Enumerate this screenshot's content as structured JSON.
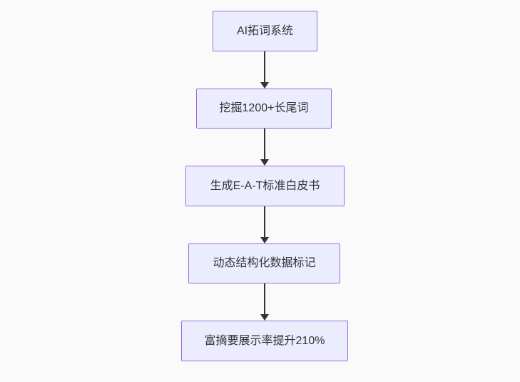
{
  "diagram": {
    "type": "flowchart",
    "direction": "top-down",
    "colors": {
      "bg": "#fafafa",
      "node_fill": "#ECECFF",
      "node_border": "#9370DB",
      "text_color": "#333333",
      "edge_color": "#333333"
    },
    "nodes": [
      {
        "label": "AI拓词系统"
      },
      {
        "label": "挖掘1200+长尾词"
      },
      {
        "label": "生成E-A-T标准白皮书"
      },
      {
        "label": "动态结构化数据标记"
      },
      {
        "label": "富摘要展示率提升210%"
      }
    ],
    "edges": [
      {
        "from": "AI拓词系统",
        "to": "挖掘1200+长尾词",
        "style": "arrow-down"
      },
      {
        "from": "挖掘1200+长尾词",
        "to": "生成E-A-T标准白皮书",
        "style": "arrow-down"
      },
      {
        "from": "生成E-A-T标准白皮书",
        "to": "动态结构化数据标记",
        "style": "arrow-down"
      },
      {
        "from": "动态结构化数据标记",
        "to": "富摘要展示率提升210%",
        "style": "arrow-down"
      }
    ]
  }
}
